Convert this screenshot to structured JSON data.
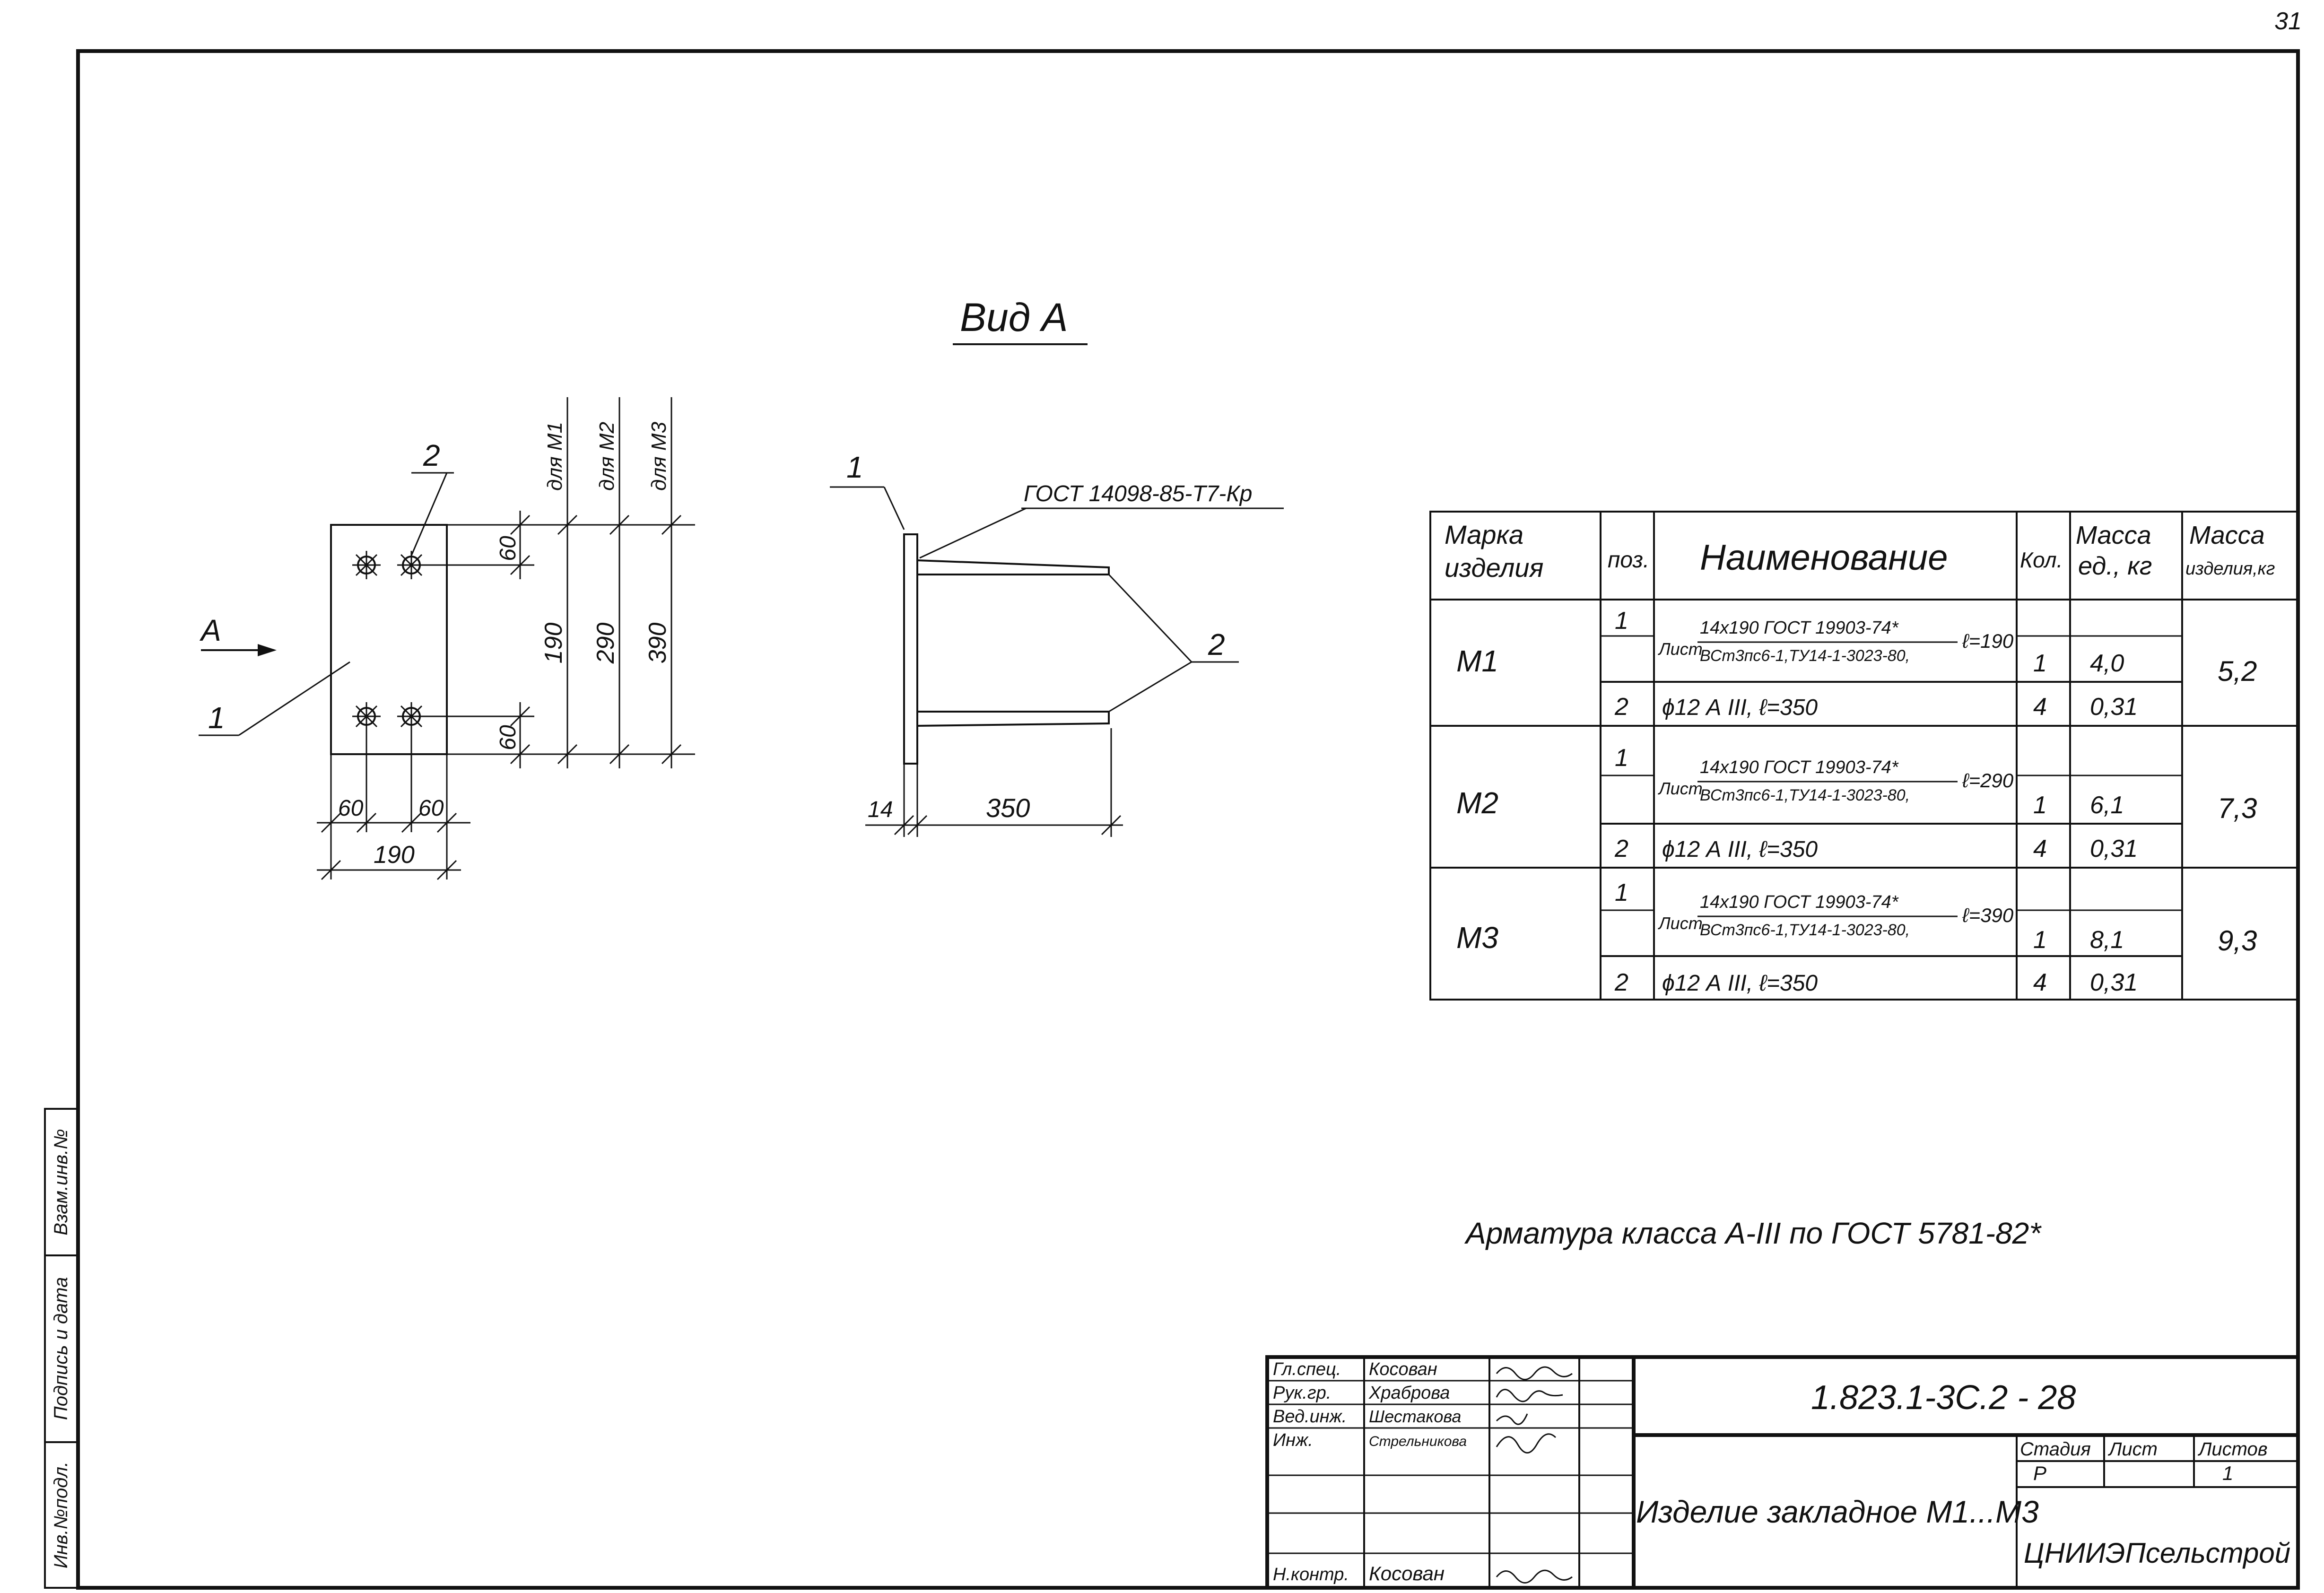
{
  "page_number": "31",
  "view_title": "Вид А",
  "view_direction_label": "А",
  "plate_callout": "1",
  "anchor_callout": "2",
  "side_plate_callout": "1",
  "side_anchor_callout": "2",
  "weld_note": "ГОСТ 14098-85-Т7-Кр",
  "dims": {
    "top_offset": "60",
    "bottom_offset": "60",
    "left_offset": "60",
    "right_offset": "60",
    "width": "190",
    "h_m1": "190",
    "h_m2": "290",
    "h_m3": "390",
    "for_m1": "для М1",
    "for_m2": "для М2",
    "for_m3": "для М3",
    "thickness": "14",
    "anchor_length": "350"
  },
  "table": {
    "headers": {
      "mark": [
        "Марка",
        "изделия"
      ],
      "pos": "поз.",
      "name": "Наименование",
      "qty": "Кол.",
      "unit_mass": [
        "Масса",
        "ед., кг"
      ],
      "total_mass": [
        "Масса",
        "изделия,кг"
      ]
    },
    "groups": [
      {
        "mark": "М1",
        "total": "5,2",
        "rows": [
          {
            "pos": "1",
            "prefix": "Лист",
            "top": "14х190 ГОСТ 19903-74*",
            "bottom": "ВСт3пс6-1,ТУ14-1-3023-80,",
            "len": "ℓ=190",
            "qty": "1",
            "mass": "4,0"
          },
          {
            "pos": "2",
            "name": "ϕ12 А III, ℓ=350",
            "qty": "4",
            "mass": "0,31"
          }
        ]
      },
      {
        "mark": "М2",
        "total": "7,3",
        "rows": [
          {
            "pos": "1",
            "prefix": "Лист",
            "top": "14х190 ГОСТ 19903-74*",
            "bottom": "ВСт3пс6-1,ТУ14-1-3023-80,",
            "len": "ℓ=290",
            "qty": "1",
            "mass": "6,1"
          },
          {
            "pos": "2",
            "name": "ϕ12 А III, ℓ=350",
            "qty": "4",
            "mass": "0,31"
          }
        ]
      },
      {
        "mark": "М3",
        "total": "9,3",
        "rows": [
          {
            "pos": "1",
            "prefix": "Лист",
            "top": "14х190 ГОСТ 19903-74*",
            "bottom": "ВСт3пс6-1,ТУ14-1-3023-80,",
            "len": "ℓ=390",
            "qty": "1",
            "mass": "8,1"
          },
          {
            "pos": "2",
            "name": "ϕ12 А III, ℓ=350",
            "qty": "4",
            "mass": "0,31"
          }
        ]
      }
    ]
  },
  "note": "Арматура класса А-III по ГОСТ 5781-82*",
  "left_strip": [
    "Инв.№подл.",
    "Подпись и дата",
    "Взам.инв.№"
  ],
  "title_block": {
    "signers": [
      {
        "role": "Гл.спец.",
        "name": "Косован"
      },
      {
        "role": "Рук.гр.",
        "name": "Храброва"
      },
      {
        "role": "Вед.инж.",
        "name": "Шестакова"
      },
      {
        "role": "Инж.",
        "name": "Стрельникова"
      },
      {
        "role": "",
        "name": ""
      },
      {
        "role": "",
        "name": ""
      },
      {
        "role": "Н.контр.",
        "name": "Косован"
      }
    ],
    "doc_code": "1.823.1-3С.2 - 28",
    "doc_title": "Изделие закладное М1...М3",
    "stage_label": "Стадия",
    "sheet_label": "Лист",
    "sheets_label": "Листов",
    "stage": "Р",
    "sheets": "1",
    "org": "ЦНИИЭПсельстрой"
  }
}
